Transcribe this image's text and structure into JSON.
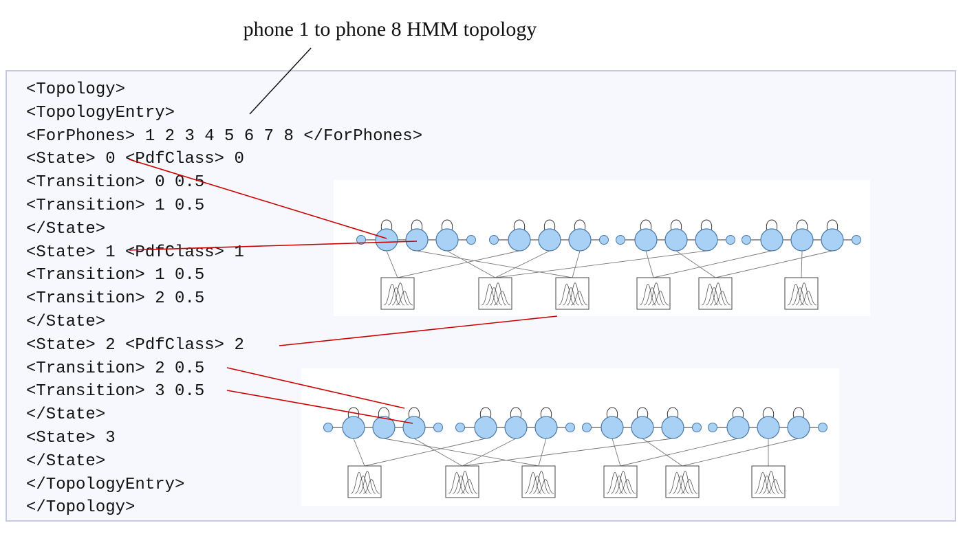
{
  "title": "phone 1 to phone 8 HMM topology",
  "code_lines": [
    "<Topology>",
    "<TopologyEntry>",
    "<ForPhones> 1 2 3 4 5 6 7 8 </ForPhones>",
    "<State> 0 <PdfClass> 0",
    "<Transition> 0 0.5",
    "<Transition> 1 0.5",
    "</State>",
    "<State> 1 <PdfClass> 1",
    "<Transition> 1 0.5",
    "<Transition> 2 0.5",
    "</State>",
    "<State> 2 <PdfClass> 2",
    "<Transition> 2 0.5",
    "<Transition> 3 0.5",
    "</State>",
    "<State> 3",
    "</State>",
    "</TopologyEntry>",
    "</Topology>"
  ],
  "colors": {
    "state_fill": "#a9d0f5",
    "state_stroke": "#4a78a6",
    "annotation_line": "#cc0000",
    "panel_bg": "#f6f8fd",
    "panel_border": "#c5cbe0"
  }
}
